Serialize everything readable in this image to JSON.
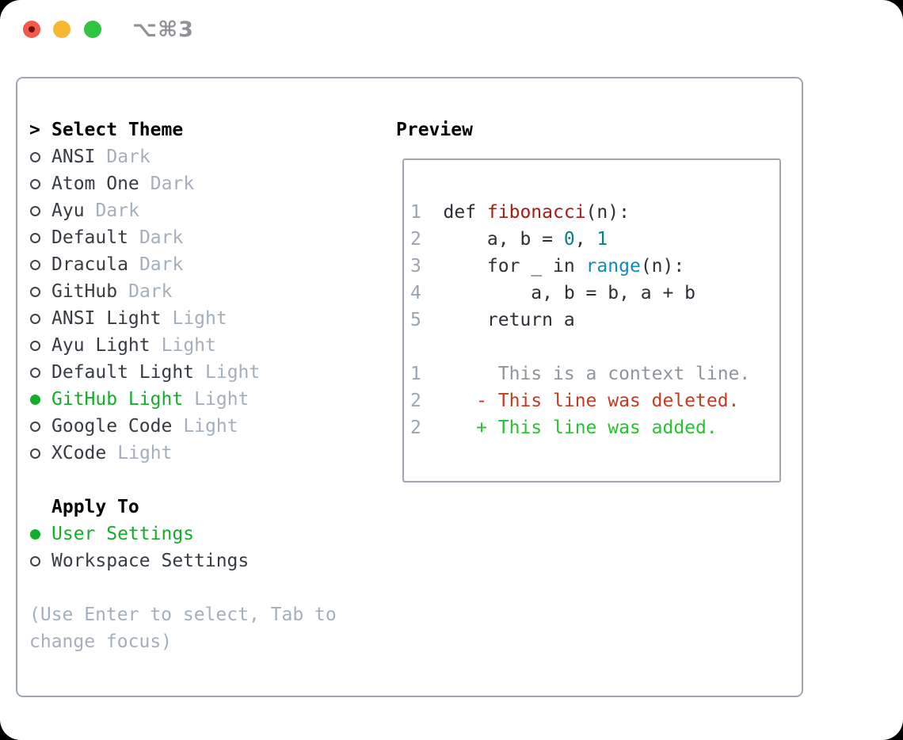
{
  "titlebar": {
    "title": "⌥⌘3"
  },
  "theme_panel": {
    "header_prefix": ">",
    "header": "Select Theme",
    "items": [
      {
        "label": "ANSI",
        "tag": "Dark",
        "selected": false
      },
      {
        "label": "Atom One",
        "tag": "Dark",
        "selected": false
      },
      {
        "label": "Ayu",
        "tag": "Dark",
        "selected": false
      },
      {
        "label": "Default",
        "tag": "Dark",
        "selected": false
      },
      {
        "label": "Dracula",
        "tag": "Dark",
        "selected": false
      },
      {
        "label": "GitHub",
        "tag": "Dark",
        "selected": false
      },
      {
        "label": "ANSI Light",
        "tag": "Light",
        "selected": false
      },
      {
        "label": "Ayu Light",
        "tag": "Light",
        "selected": false
      },
      {
        "label": "Default Light",
        "tag": "Light",
        "selected": false
      },
      {
        "label": "GitHub Light",
        "tag": "Light",
        "selected": true
      },
      {
        "label": "Google Code",
        "tag": "Light",
        "selected": false
      },
      {
        "label": "XCode",
        "tag": "Light",
        "selected": false
      }
    ]
  },
  "apply_panel": {
    "header": "Apply To",
    "items": [
      {
        "label": "User Settings",
        "selected": true
      },
      {
        "label": "Workspace Settings",
        "selected": false
      }
    ]
  },
  "hint": {
    "lines": [
      "(Use Enter to select, Tab to",
      "change focus)"
    ]
  },
  "preview": {
    "header": "Preview",
    "lines": [
      {
        "num": "1",
        "tokens": [
          {
            "t": "def ",
            "c": "kw"
          },
          {
            "t": "fibonacci",
            "c": "fn"
          },
          {
            "t": "(n):",
            "c": "pl"
          }
        ]
      },
      {
        "num": "2",
        "tokens": [
          {
            "t": "    a, b = ",
            "c": "pl"
          },
          {
            "t": "0",
            "c": "num"
          },
          {
            "t": ", ",
            "c": "pl"
          },
          {
            "t": "1",
            "c": "num"
          }
        ]
      },
      {
        "num": "3",
        "tokens": [
          {
            "t": "    ",
            "c": "pl"
          },
          {
            "t": "for",
            "c": "kw"
          },
          {
            "t": " _ ",
            "c": "pl"
          },
          {
            "t": "in",
            "c": "kw"
          },
          {
            "t": " ",
            "c": "pl"
          },
          {
            "t": "range",
            "c": "bi"
          },
          {
            "t": "(n):",
            "c": "pl"
          }
        ]
      },
      {
        "num": "4",
        "tokens": [
          {
            "t": "        a, b = b, a + b",
            "c": "pl"
          }
        ]
      },
      {
        "num": "5",
        "tokens": [
          {
            "t": "    ",
            "c": "pl"
          },
          {
            "t": "return",
            "c": "kw"
          },
          {
            "t": " a",
            "c": "pl"
          }
        ]
      },
      {
        "blank": true
      },
      {
        "num": "1",
        "tokens": [
          {
            "t": "     This is a context line.",
            "c": "ctx"
          }
        ]
      },
      {
        "num": "2",
        "tokens": [
          {
            "t": "   - This line was deleted.",
            "c": "del"
          }
        ]
      },
      {
        "num": "2",
        "tokens": [
          {
            "t": "   + This line was added.",
            "c": "add"
          }
        ]
      }
    ]
  },
  "colors": {
    "accent-green": "#14ad2b",
    "added-green": "#27c232",
    "deleted-red": "#c53a20",
    "keyword-dark": "#2b3036",
    "function-red": "#a81c11",
    "number-teal": "#0b7f81",
    "builtin-blue": "#1289bd",
    "gutter-gray": "#9aa5b2",
    "context-gray": "#8f959b",
    "muted-gray": "#a4afbc",
    "border-gray": "#9fa8b1",
    "text-dark": "#363c42",
    "title-gray": "#909297",
    "traffic-red": "#f25a4d",
    "traffic-red-dot": "#70120c",
    "traffic-yellow": "#f7b733",
    "traffic-green": "#30c440"
  }
}
